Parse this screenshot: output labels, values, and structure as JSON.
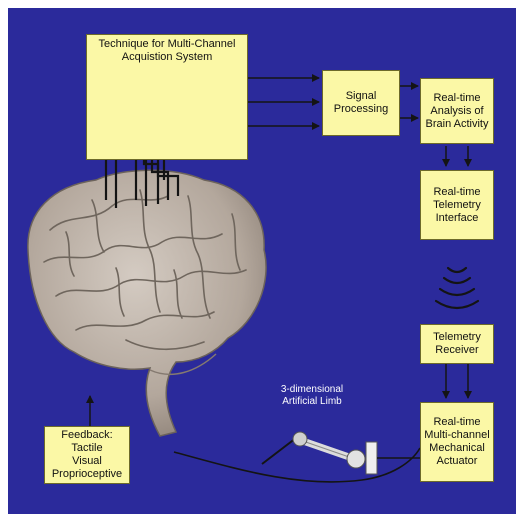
{
  "colors": {
    "background": "#2b2a9b",
    "box_fill": "#fbf8a6",
    "line": "#141414",
    "brain": "#b9ada3"
  },
  "boxes": {
    "acquisition": "Technique for Multi-Channel\nAcquistion System",
    "signal_processing": "Signal\nProcessing",
    "analysis": "Real-time\nAnalysis of\nBrain Activity",
    "telemetry_interface": "Real-time\nTelemetry\nInterface",
    "telemetry_receiver": "Telemetry\nReceiver",
    "actuator": "Real-time\nMulti-channel\nMechanical\nActuator",
    "feedback": "Feedback:\nTactile\nVisual\nProprioceptive"
  },
  "limb_caption": "3-dimensional\nArtificial Limb"
}
